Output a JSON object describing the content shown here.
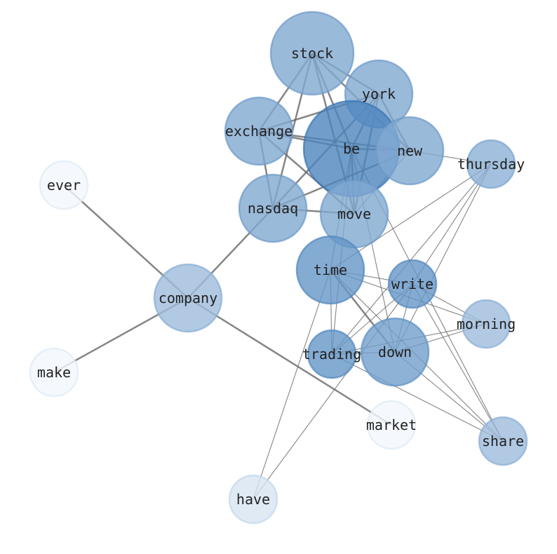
{
  "graph": {
    "nodes": [
      {
        "id": "stock",
        "label": "stock",
        "weight": 0.55
      },
      {
        "id": "york",
        "label": "york",
        "weight": 0.55
      },
      {
        "id": "exchange",
        "label": "exchange",
        "weight": 0.55
      },
      {
        "id": "be",
        "label": "be",
        "weight": 0.8
      },
      {
        "id": "new",
        "label": "new",
        "weight": 0.55
      },
      {
        "id": "thursday",
        "label": "thursday",
        "weight": 0.5
      },
      {
        "id": "nasdaq",
        "label": "nasdaq",
        "weight": 0.55
      },
      {
        "id": "move",
        "label": "move",
        "weight": 0.55
      },
      {
        "id": "ever",
        "label": "ever",
        "weight": 0.02
      },
      {
        "id": "company",
        "label": "company",
        "weight": 0.42
      },
      {
        "id": "time",
        "label": "time",
        "weight": 0.68
      },
      {
        "id": "write",
        "label": "write",
        "weight": 0.68
      },
      {
        "id": "morning",
        "label": "morning",
        "weight": 0.42
      },
      {
        "id": "trading",
        "label": "trading",
        "weight": 0.68
      },
      {
        "id": "down",
        "label": "down",
        "weight": 0.62
      },
      {
        "id": "make",
        "label": "make",
        "weight": 0.02
      },
      {
        "id": "market",
        "label": "market",
        "weight": 0.02
      },
      {
        "id": "share",
        "label": "share",
        "weight": 0.42
      },
      {
        "id": "have",
        "label": "have",
        "weight": 0.15
      }
    ],
    "edges": [
      [
        "ever",
        "company",
        2
      ],
      [
        "company",
        "make",
        2
      ],
      [
        "company",
        "market",
        2
      ],
      [
        "company",
        "nasdaq",
        2
      ],
      [
        "stock",
        "exchange",
        2
      ],
      [
        "stock",
        "nasdaq",
        2
      ],
      [
        "stock",
        "be",
        2
      ],
      [
        "stock",
        "move",
        2
      ],
      [
        "stock",
        "york",
        2
      ],
      [
        "stock",
        "new",
        2
      ],
      [
        "york",
        "exchange",
        2
      ],
      [
        "york",
        "nasdaq",
        2
      ],
      [
        "york",
        "move",
        2
      ],
      [
        "york",
        "new",
        2
      ],
      [
        "york",
        "be",
        2
      ],
      [
        "exchange",
        "be",
        2
      ],
      [
        "exchange",
        "new",
        2
      ],
      [
        "exchange",
        "nasdaq",
        2
      ],
      [
        "exchange",
        "move",
        2
      ],
      [
        "be",
        "move",
        2
      ],
      [
        "be",
        "new",
        2
      ],
      [
        "nasdaq",
        "move",
        2
      ],
      [
        "nasdaq",
        "new",
        2
      ],
      [
        "new",
        "move",
        1
      ],
      [
        "new",
        "thursday",
        1
      ],
      [
        "be",
        "time",
        1
      ],
      [
        "be",
        "trading",
        1
      ],
      [
        "be",
        "down",
        1
      ],
      [
        "be",
        "share",
        1
      ],
      [
        "thursday",
        "time",
        1
      ],
      [
        "thursday",
        "trading",
        1
      ],
      [
        "thursday",
        "down",
        1
      ],
      [
        "thursday",
        "write",
        1
      ],
      [
        "time",
        "write",
        1
      ],
      [
        "time",
        "morning",
        1
      ],
      [
        "time",
        "trading",
        1
      ],
      [
        "time",
        "down",
        2
      ],
      [
        "time",
        "share",
        1
      ],
      [
        "time",
        "have",
        1
      ],
      [
        "write",
        "trading",
        1
      ],
      [
        "write",
        "down",
        1
      ],
      [
        "write",
        "morning",
        1
      ],
      [
        "write",
        "share",
        1
      ],
      [
        "write",
        "have",
        1
      ],
      [
        "trading",
        "down",
        1
      ],
      [
        "trading",
        "morning",
        1
      ],
      [
        "trading",
        "share",
        1
      ],
      [
        "down",
        "morning",
        1
      ],
      [
        "down",
        "share",
        1
      ]
    ]
  }
}
